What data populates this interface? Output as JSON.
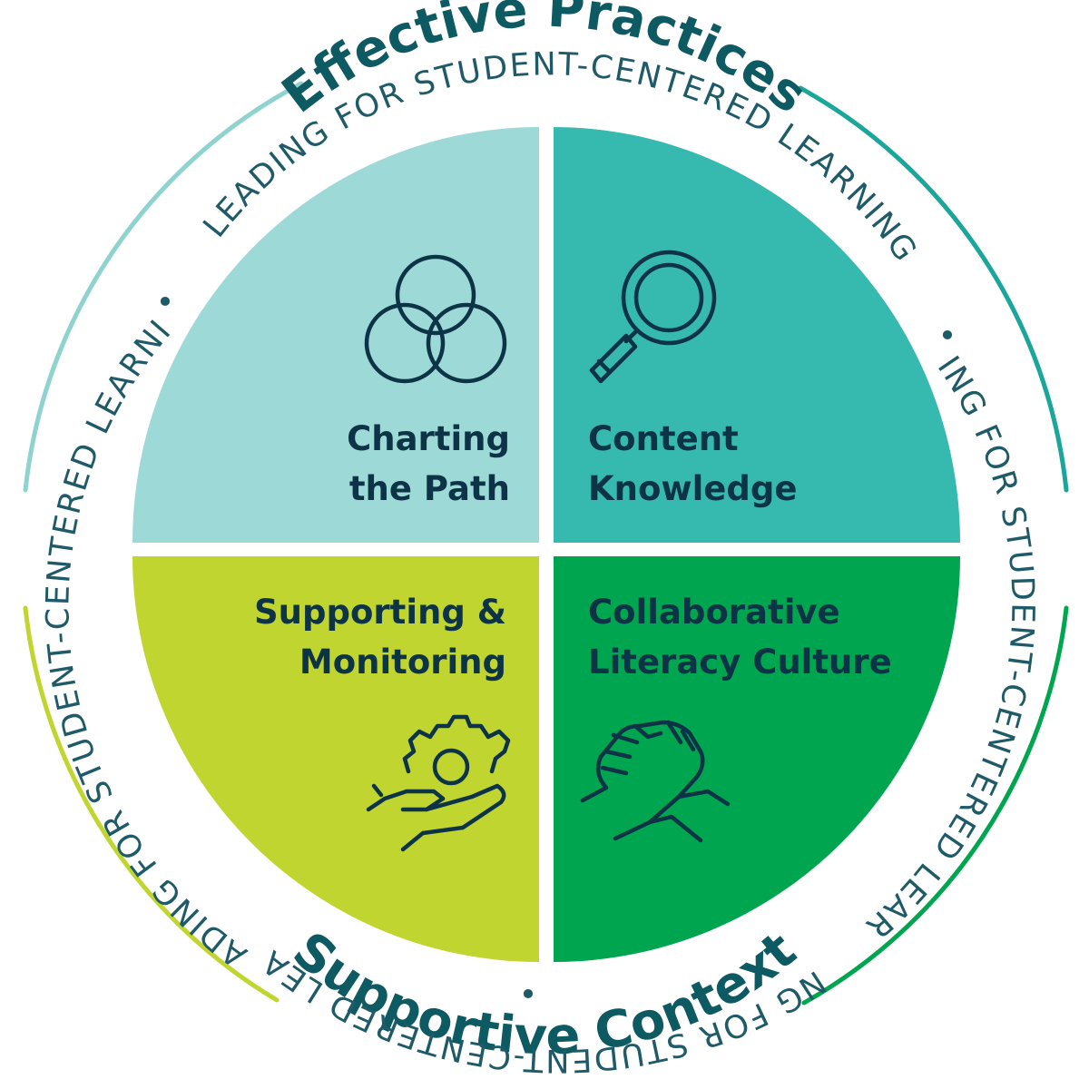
{
  "diagram": {
    "top_title": "Effective Practices",
    "bottom_title": "Supportive Context",
    "ring_phrase_top": "LEADING FOR STUDENT-CENTERED LEARNING",
    "ring_phrase_right": "LEADING FOR STUDENT-CENTERED LEARNING",
    "ring_phrase_bottom": "LEADING FOR STUDENT-CENTERED LEARNING",
    "ring_phrase_left": "LEADING FOR STUDENT-CENTERED LEARNING",
    "separator": "•",
    "quadrants": [
      {
        "id": "charting",
        "line1": "Charting",
        "line2": "the Path",
        "color": "#9dd9d6",
        "icon": "venn-circles-icon"
      },
      {
        "id": "content",
        "line1": "Content",
        "line2": "Knowledge",
        "color": "#36b9ae",
        "icon": "magnifying-glass-icon"
      },
      {
        "id": "supporting",
        "line1": "Supporting &",
        "line2": "Monitoring",
        "color": "#c0d52f",
        "icon": "hand-gear-icon"
      },
      {
        "id": "collaborative",
        "line1": "Collaborative",
        "line2": "Literacy Culture",
        "color": "#00a54f",
        "icon": "handshake-icon"
      }
    ],
    "colors": {
      "arc_top_left": "#8fd3ce",
      "arc_top_right": "#1aa69a",
      "arc_bottom_left": "#c0d52f",
      "arc_bottom_right": "#00a54f",
      "title_text": "#0e5a63",
      "ring_text": "#1f5a68",
      "label_text": "#0d3346"
    }
  }
}
